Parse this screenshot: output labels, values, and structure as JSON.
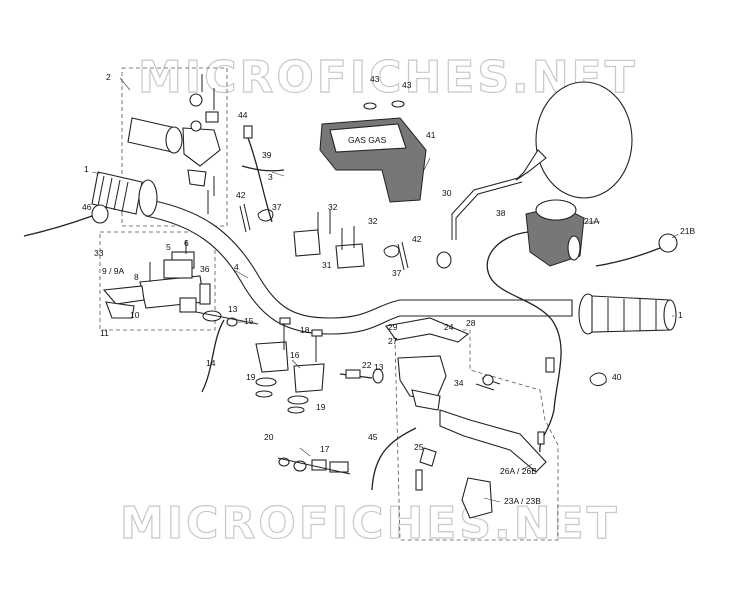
{
  "watermark": {
    "top": "MICROFICHES.NET",
    "bottom": "MICROFICHES.NET"
  },
  "brand_cover_text": "GAS GAS",
  "callouts": {
    "c1_left": "1",
    "c1_right": "1",
    "c2": "2",
    "c3": "3",
    "c4": "4",
    "c5": "5",
    "c6": "6",
    "c8": "8",
    "c9": "9 / 9A",
    "c10": "10",
    "c11": "11",
    "c13a": "13",
    "c13b": "13",
    "c14": "14",
    "c15": "15",
    "c16": "16",
    "c17": "17",
    "c18": "18",
    "c19a": "19",
    "c19b": "19",
    "c20": "20",
    "c21a": "21A",
    "c21b": "21B",
    "c22": "22",
    "c23": "23A / 23B",
    "c24": "24",
    "c25": "25",
    "c26": "26A / 26B",
    "c27": "27",
    "c28": "28",
    "c29": "29",
    "c30": "30",
    "c31": "31",
    "c32a": "32",
    "c32b": "32",
    "c33": "33",
    "c34": "34",
    "c36": "36",
    "c37a": "37",
    "c37b": "37",
    "c38": "38",
    "c39": "39",
    "c40": "40",
    "c41": "41",
    "c42a": "42",
    "c42b": "42",
    "c43a": "43",
    "c43b": "43",
    "c44": "44",
    "c45": "45",
    "c46": "46"
  }
}
